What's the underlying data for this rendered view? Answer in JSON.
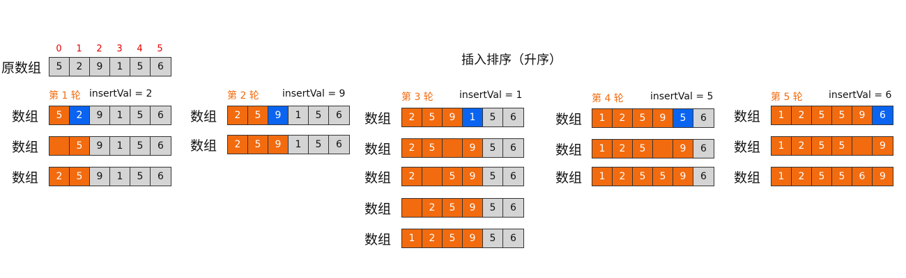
{
  "title": "插入排序（升序）",
  "colors": {
    "orange": "#f26b0f",
    "blue": "#0a64f0",
    "gray": "#d4d4d4",
    "index_red": "#e60000"
  },
  "indices": [
    "0",
    "1",
    "2",
    "3",
    "4",
    "5"
  ],
  "original": {
    "label": "原数组",
    "cells": [
      {
        "v": "5",
        "c": "gray"
      },
      {
        "v": "2",
        "c": "gray"
      },
      {
        "v": "9",
        "c": "gray"
      },
      {
        "v": "1",
        "c": "gray"
      },
      {
        "v": "5",
        "c": "gray"
      },
      {
        "v": "6",
        "c": "gray"
      }
    ]
  },
  "rounds": [
    {
      "round_label": "第 1 轮",
      "insert_label": "insertVal = 2",
      "rows": [
        {
          "label": "数组",
          "cells": [
            {
              "v": "5",
              "c": "orange"
            },
            {
              "v": "2",
              "c": "blue"
            },
            {
              "v": "9",
              "c": "gray"
            },
            {
              "v": "1",
              "c": "gray"
            },
            {
              "v": "5",
              "c": "gray"
            },
            {
              "v": "6",
              "c": "gray"
            }
          ]
        },
        {
          "label": "数组",
          "cells": [
            {
              "v": "",
              "c": "orange"
            },
            {
              "v": "5",
              "c": "orange"
            },
            {
              "v": "9",
              "c": "gray"
            },
            {
              "v": "1",
              "c": "gray"
            },
            {
              "v": "5",
              "c": "gray"
            },
            {
              "v": "6",
              "c": "gray"
            }
          ]
        },
        {
          "label": "数组",
          "cells": [
            {
              "v": "2",
              "c": "orange"
            },
            {
              "v": "5",
              "c": "orange"
            },
            {
              "v": "9",
              "c": "gray"
            },
            {
              "v": "1",
              "c": "gray"
            },
            {
              "v": "5",
              "c": "gray"
            },
            {
              "v": "6",
              "c": "gray"
            }
          ]
        }
      ]
    },
    {
      "round_label": "第 2 轮",
      "insert_label": "insertVal = 9",
      "rows": [
        {
          "label": "数组",
          "cells": [
            {
              "v": "2",
              "c": "orange"
            },
            {
              "v": "5",
              "c": "orange"
            },
            {
              "v": "9",
              "c": "blue"
            },
            {
              "v": "1",
              "c": "gray"
            },
            {
              "v": "5",
              "c": "gray"
            },
            {
              "v": "6",
              "c": "gray"
            }
          ]
        },
        {
          "label": "数组",
          "cells": [
            {
              "v": "2",
              "c": "orange"
            },
            {
              "v": "5",
              "c": "orange"
            },
            {
              "v": "9",
              "c": "orange"
            },
            {
              "v": "1",
              "c": "gray"
            },
            {
              "v": "5",
              "c": "gray"
            },
            {
              "v": "6",
              "c": "gray"
            }
          ]
        }
      ]
    },
    {
      "round_label": "第 3 轮",
      "insert_label": "insertVal = 1",
      "rows": [
        {
          "label": "数组",
          "cells": [
            {
              "v": "2",
              "c": "orange"
            },
            {
              "v": "5",
              "c": "orange"
            },
            {
              "v": "9",
              "c": "orange"
            },
            {
              "v": "1",
              "c": "blue"
            },
            {
              "v": "5",
              "c": "gray"
            },
            {
              "v": "6",
              "c": "gray"
            }
          ]
        },
        {
          "label": "数组",
          "cells": [
            {
              "v": "2",
              "c": "orange"
            },
            {
              "v": "5",
              "c": "orange"
            },
            {
              "v": "",
              "c": "orange"
            },
            {
              "v": "9",
              "c": "orange"
            },
            {
              "v": "5",
              "c": "gray"
            },
            {
              "v": "6",
              "c": "gray"
            }
          ]
        },
        {
          "label": "数组",
          "cells": [
            {
              "v": "2",
              "c": "orange"
            },
            {
              "v": "",
              "c": "orange"
            },
            {
              "v": "5",
              "c": "orange"
            },
            {
              "v": "9",
              "c": "orange"
            },
            {
              "v": "5",
              "c": "gray"
            },
            {
              "v": "6",
              "c": "gray"
            }
          ]
        },
        {
          "label": "数组",
          "cells": [
            {
              "v": "",
              "c": "orange"
            },
            {
              "v": "2",
              "c": "orange"
            },
            {
              "v": "5",
              "c": "orange"
            },
            {
              "v": "9",
              "c": "orange"
            },
            {
              "v": "5",
              "c": "gray"
            },
            {
              "v": "6",
              "c": "gray"
            }
          ]
        },
        {
          "label": "数组",
          "cells": [
            {
              "v": "1",
              "c": "orange"
            },
            {
              "v": "2",
              "c": "orange"
            },
            {
              "v": "5",
              "c": "orange"
            },
            {
              "v": "9",
              "c": "orange"
            },
            {
              "v": "5",
              "c": "gray"
            },
            {
              "v": "6",
              "c": "gray"
            }
          ]
        }
      ]
    },
    {
      "round_label": "第 4 轮",
      "insert_label": "insertVal = 5",
      "rows": [
        {
          "label": "数组",
          "cells": [
            {
              "v": "1",
              "c": "orange"
            },
            {
              "v": "2",
              "c": "orange"
            },
            {
              "v": "5",
              "c": "orange"
            },
            {
              "v": "9",
              "c": "orange"
            },
            {
              "v": "5",
              "c": "blue"
            },
            {
              "v": "6",
              "c": "gray"
            }
          ]
        },
        {
          "label": "数组",
          "cells": [
            {
              "v": "1",
              "c": "orange"
            },
            {
              "v": "2",
              "c": "orange"
            },
            {
              "v": "5",
              "c": "orange"
            },
            {
              "v": "",
              "c": "orange"
            },
            {
              "v": "9",
              "c": "orange"
            },
            {
              "v": "6",
              "c": "gray"
            }
          ]
        },
        {
          "label": "数组",
          "cells": [
            {
              "v": "1",
              "c": "orange"
            },
            {
              "v": "2",
              "c": "orange"
            },
            {
              "v": "5",
              "c": "orange"
            },
            {
              "v": "5",
              "c": "orange"
            },
            {
              "v": "9",
              "c": "orange"
            },
            {
              "v": "6",
              "c": "gray"
            }
          ]
        }
      ]
    },
    {
      "round_label": "第 5 轮",
      "insert_label": "insertVal = 6",
      "rows": [
        {
          "label": "数组",
          "cells": [
            {
              "v": "1",
              "c": "orange"
            },
            {
              "v": "2",
              "c": "orange"
            },
            {
              "v": "5",
              "c": "orange"
            },
            {
              "v": "5",
              "c": "orange"
            },
            {
              "v": "9",
              "c": "orange"
            },
            {
              "v": "6",
              "c": "blue"
            }
          ]
        },
        {
          "label": "数组",
          "cells": [
            {
              "v": "1",
              "c": "orange"
            },
            {
              "v": "2",
              "c": "orange"
            },
            {
              "v": "5",
              "c": "orange"
            },
            {
              "v": "5",
              "c": "orange"
            },
            {
              "v": "",
              "c": "orange"
            },
            {
              "v": "9",
              "c": "orange"
            }
          ]
        },
        {
          "label": "数组",
          "cells": [
            {
              "v": "1",
              "c": "orange"
            },
            {
              "v": "2",
              "c": "orange"
            },
            {
              "v": "5",
              "c": "orange"
            },
            {
              "v": "5",
              "c": "orange"
            },
            {
              "v": "6",
              "c": "orange"
            },
            {
              "v": "9",
              "c": "orange"
            }
          ]
        }
      ]
    }
  ]
}
